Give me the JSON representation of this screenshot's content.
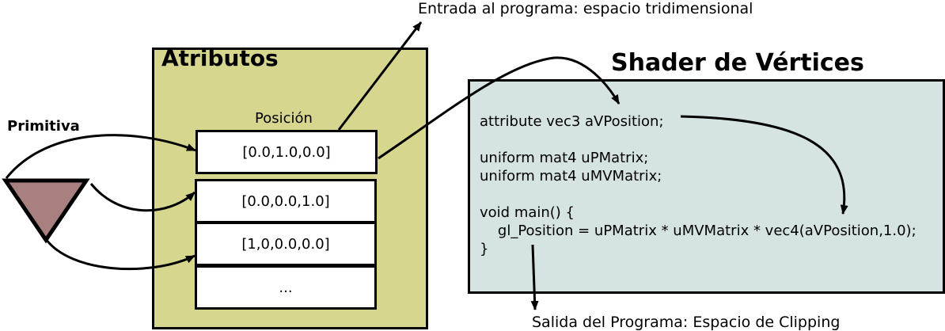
{
  "input_label": "Entrada al programa: espacio tridimensional",
  "output_label": "Salida del Programa: Espacio de Clipping",
  "primitive_label": "Primitiva",
  "primitive_color": "#a98080",
  "attributes": {
    "title": "Atributos",
    "position_label": "Posición",
    "color": "#d7d68f",
    "cells": [
      "[0.0,1.0,0.0]",
      "[0.0,0.0,1.0]",
      "[1,0,0.0,0.0]",
      "..."
    ]
  },
  "shader": {
    "title": "Shader de Vértices",
    "color": "#d6e3e3",
    "code_lines": [
      "attribute vec3 aVPosition;",
      "",
      "uniform mat4 uPMatrix;",
      "uniform mat4 uMVMatrix;",
      "",
      "void main() {",
      "    gl_Position = uPMatrix * uMVMatrix * vec4(aVPosition,1.0);",
      "}"
    ]
  }
}
